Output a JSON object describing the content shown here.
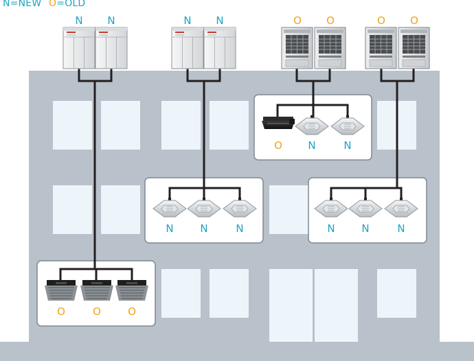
{
  "legend": {
    "new_letter": "N",
    "new_text": "=NEW",
    "old_letter": "O",
    "old_text": "=OLD"
  },
  "outdoor_labels": [
    "N",
    "N",
    "N",
    "N",
    "O",
    "O",
    "O",
    "O"
  ],
  "indoor_labels": {
    "floor3_right": [
      "O",
      "N",
      "N"
    ],
    "floor2_middle": [
      "N",
      "N",
      "N"
    ],
    "floor2_right": [
      "N",
      "N",
      "N"
    ],
    "floor1_left": [
      "O",
      "O",
      "O"
    ]
  },
  "colors": {
    "new": "#1ea3c2",
    "old": "#f0a21c",
    "building": "#b9c1ca",
    "window": "#edf5fb",
    "pipe": "#231f20",
    "panel_border": "#7f8891"
  }
}
